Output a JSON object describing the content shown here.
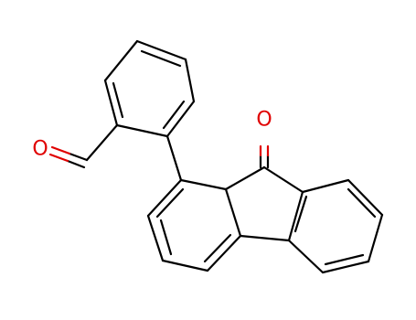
{
  "molecule": {
    "atoms": [
      {
        "id": "O_aldehyde",
        "symbol": "O",
        "color": "#e00000"
      },
      {
        "id": "O_ketone",
        "symbol": "O",
        "color": "#e00000"
      }
    ],
    "bond_color": "#000000",
    "heteroatom_bond_color": "#e00000"
  }
}
